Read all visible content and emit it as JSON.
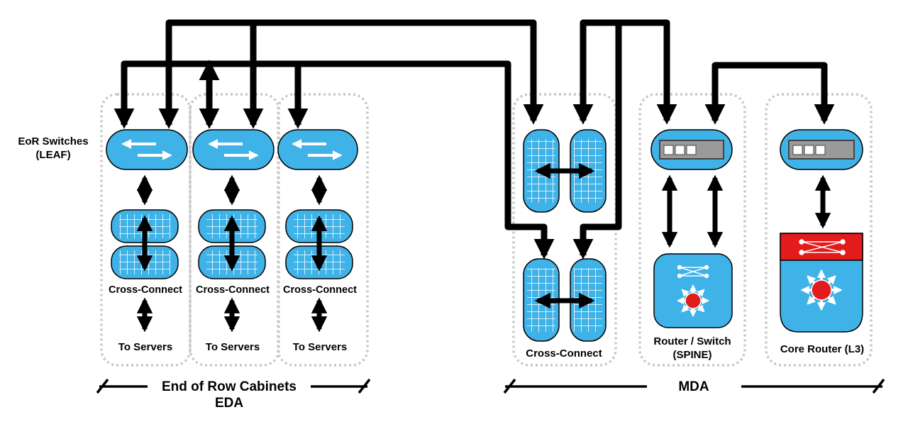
{
  "labels": {
    "leaf": [
      "EoR Switches",
      "(LEAF)"
    ],
    "cross_connect": "Cross-Connect",
    "to_servers": "To Servers",
    "eor_title": "End of Row Cabinets",
    "eda": "EDA",
    "mda": "MDA",
    "spine": [
      "Router / Switch",
      "(SPINE)"
    ],
    "core": "Core Router (L3)"
  },
  "colors": {
    "device_blue": "#3fb2e8",
    "panel_gray": "#9a9a9a",
    "core_red": "#e41b1b",
    "line": "#000000"
  },
  "icons": [
    "switch-icon",
    "patch-panel-icon",
    "router-switch-icon",
    "router-icon"
  ]
}
